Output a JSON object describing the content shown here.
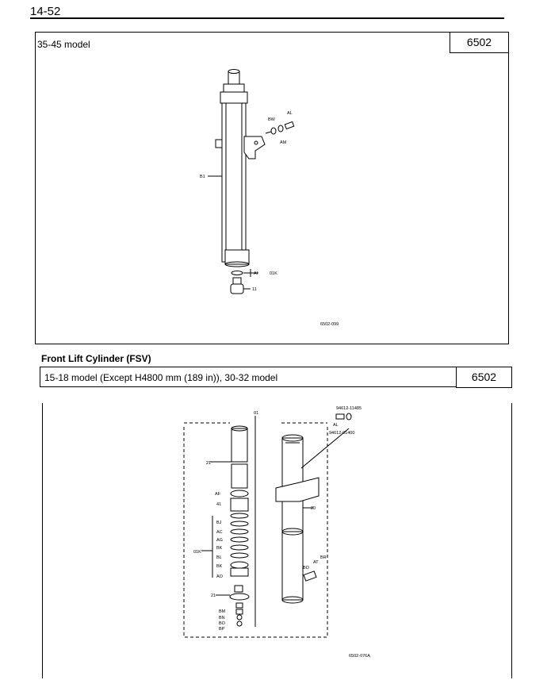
{
  "page": {
    "number": "14-52"
  },
  "panel_top": {
    "model": "35-45 model",
    "figure_id": "6502",
    "diagram_code": "6502-099",
    "labels": {
      "bw": "BW",
      "al": "AL",
      "am": "AM",
      "b1": "B1",
      "ai": "AI",
      "o1k": "01K",
      "p11": "11"
    }
  },
  "section": {
    "title": "Front Lift Cylinder (FSV)"
  },
  "panel_bottom": {
    "model": "15-18 model (Except H4800 mm (189 in)), 30-32 model",
    "figure_id": "6502",
    "diagram_code": "6502-076A",
    "labels": {
      "o1": "01",
      "pn1": "94612-11485",
      "al": "AL",
      "pn2": "94612-01400",
      "p21a": "21",
      "af": "AF",
      "p41": "41",
      "bj": "BJ",
      "ac": "AC",
      "ag": "AG",
      "bk1": "BK",
      "bl": "BL",
      "bk2": "BK",
      "ao": "AO",
      "o1k": "01K",
      "p20": "20",
      "p21b": "21",
      "bm": "BM",
      "bn": "BN",
      "bo1": "BO",
      "bp": "BP",
      "bo2": "BO",
      "at": "AT",
      "br": "BR"
    }
  }
}
